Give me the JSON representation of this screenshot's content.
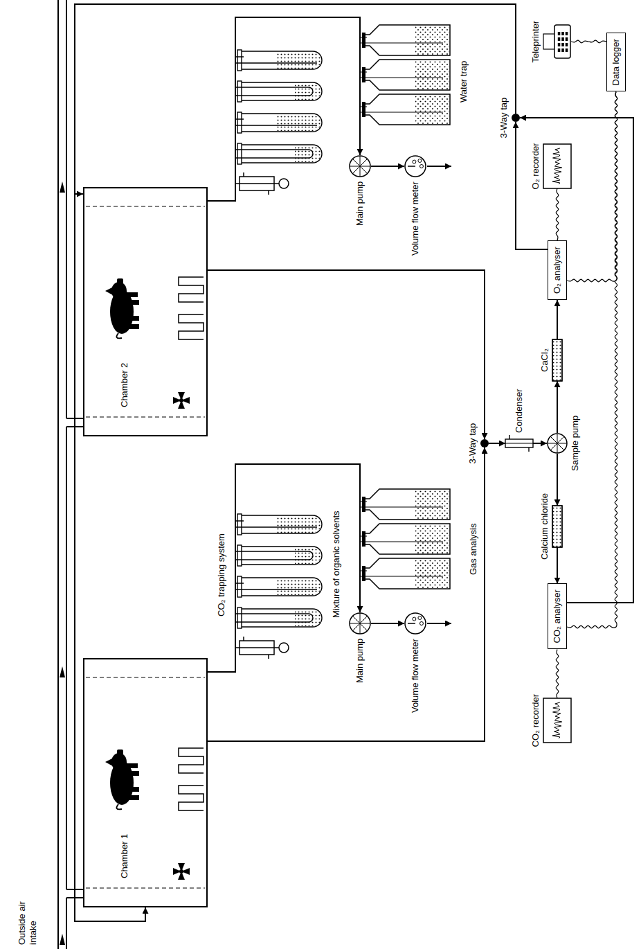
{
  "diagram": {
    "nodes": [
      {
        "text": [
          "Chamber 1"
        ]
      },
      {
        "text": [
          "Main pump"
        ]
      },
      {
        "text": [
          "Volume flow meter"
        ]
      },
      {
        "text": [
          "Chamber 2"
        ]
      },
      {
        "text": [
          "Main pump"
        ]
      },
      {
        "text": [
          "Volume flow meter"
        ]
      },
      {
        "text": [
          "3-Way tap"
        ]
      },
      {
        "text": [
          "Condenser"
        ]
      },
      {
        "text": [
          "Sample pump"
        ]
      },
      {
        "text": [
          "Calcium chloride"
        ]
      },
      {
        "text": [
          "CO₂ analyser"
        ]
      },
      {
        "text": [
          "CO₂ recorder"
        ]
      },
      {
        "text": [
          "CaCl₂"
        ]
      },
      {
        "text": [
          "O₂ analyser"
        ]
      },
      {
        "text": [
          "O₂ recorder"
        ]
      },
      {
        "text": [
          "3-Way tap"
        ]
      },
      {
        "text": [
          "Data logger"
        ]
      },
      {
        "text": [
          "Teleprinter"
        ]
      }
    ],
    "edges": [
      {
        "from": 0,
        "to": 1,
        "arrow": "to"
      },
      {
        "from": 1,
        "to": 2,
        "arrow": "to"
      },
      {
        "from": 3,
        "to": 4,
        "arrow": "to"
      },
      {
        "from": 4,
        "to": 5,
        "arrow": "to"
      },
      {
        "from": 0,
        "to": 6,
        "arrow": "to"
      },
      {
        "from": 3,
        "to": 6,
        "arrow": "to"
      },
      {
        "from": 6,
        "to": 7,
        "arrow": "to"
      },
      {
        "from": 7,
        "to": 8,
        "arrow": "to"
      },
      {
        "from": 8,
        "to": 9,
        "arrow": "to"
      },
      {
        "from": 9,
        "to": 10,
        "arrow": "to"
      },
      {
        "from": 8,
        "to": 12,
        "arrow": "to"
      },
      {
        "from": 12,
        "to": 13,
        "arrow": "to"
      },
      {
        "from": 10,
        "to": 11,
        "arrow": "none"
      },
      {
        "from": 13,
        "to": 14,
        "arrow": "none"
      },
      {
        "from": 10,
        "to": 16,
        "arrow": "none"
      },
      {
        "from": 13,
        "to": 16,
        "arrow": "none"
      },
      {
        "from": 16,
        "to": 17,
        "arrow": "none"
      },
      {
        "from": 10,
        "to": 15,
        "arrow": "to"
      },
      {
        "from": 13,
        "to": 15,
        "arrow": "to"
      },
      {
        "from": 15,
        "to": 0,
        "arrow": "to"
      },
      {
        "from": 15,
        "to": 3,
        "arrow": "to"
      }
    ],
    "labels": [
      "Outside air intake",
      "CO₂ trapping system",
      "Mixture of organic solvents",
      "Water trap",
      "Gas analysis"
    ]
  }
}
